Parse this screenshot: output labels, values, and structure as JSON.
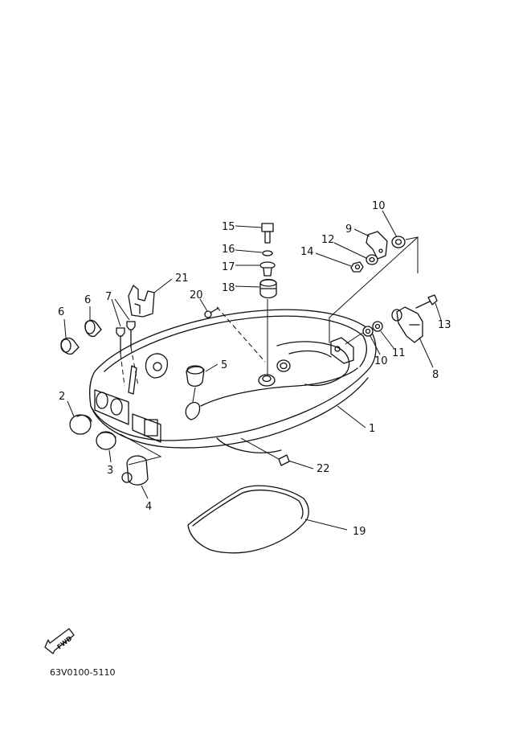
{
  "diagram": {
    "code": "63V0100-5110",
    "fwd_label": "FWD",
    "callouts": [
      {
        "id": "c1",
        "text": "1"
      },
      {
        "id": "c2",
        "text": "2"
      },
      {
        "id": "c3",
        "text": "3"
      },
      {
        "id": "c4",
        "text": "4"
      },
      {
        "id": "c5",
        "text": "5"
      },
      {
        "id": "c6a",
        "text": "6"
      },
      {
        "id": "c6b",
        "text": "6"
      },
      {
        "id": "c7",
        "text": "7"
      },
      {
        "id": "c8",
        "text": "8"
      },
      {
        "id": "c9",
        "text": "9"
      },
      {
        "id": "c10a",
        "text": "10"
      },
      {
        "id": "c10b",
        "text": "10"
      },
      {
        "id": "c11",
        "text": "11"
      },
      {
        "id": "c12",
        "text": "12"
      },
      {
        "id": "c13",
        "text": "13"
      },
      {
        "id": "c14",
        "text": "14"
      },
      {
        "id": "c15",
        "text": "15"
      },
      {
        "id": "c16",
        "text": "16"
      },
      {
        "id": "c17",
        "text": "17"
      },
      {
        "id": "c18",
        "text": "18"
      },
      {
        "id": "c19",
        "text": "19"
      },
      {
        "id": "c20",
        "text": "20"
      },
      {
        "id": "c21",
        "text": "21"
      },
      {
        "id": "c22",
        "text": "22"
      }
    ]
  }
}
